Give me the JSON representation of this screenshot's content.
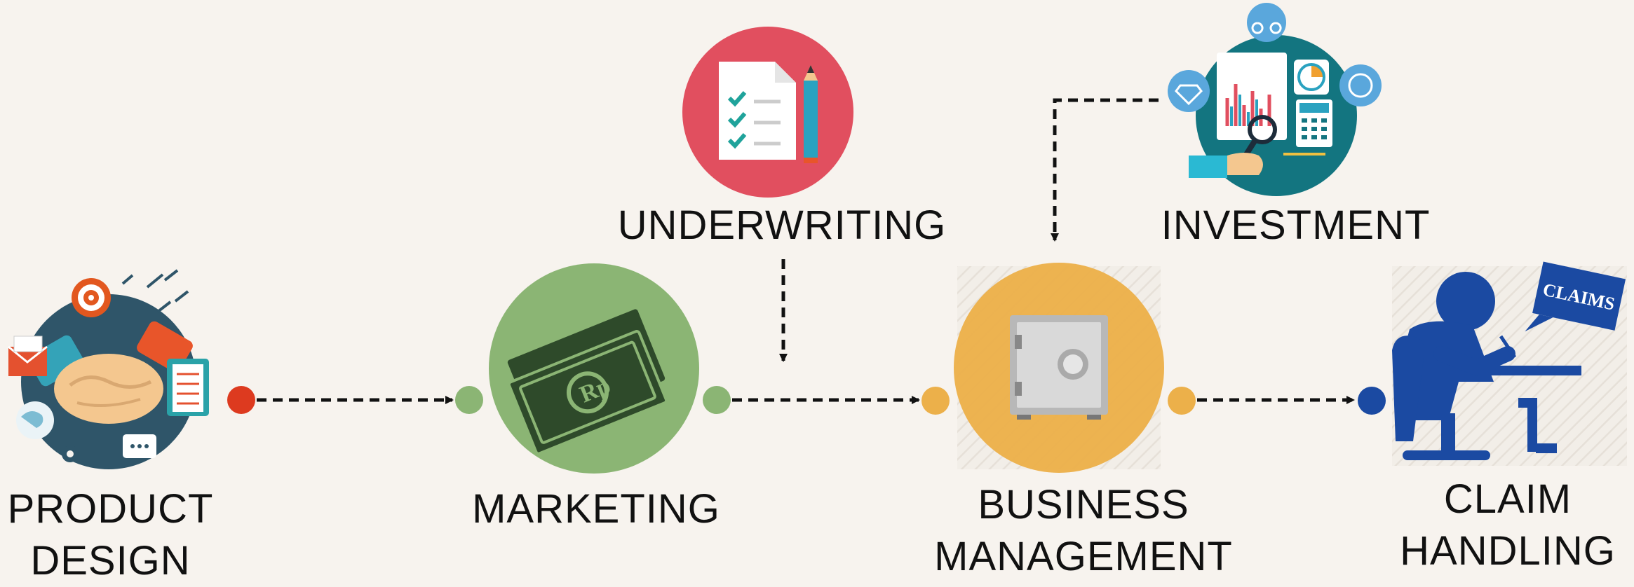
{
  "stages": {
    "product_design": {
      "line1": "PRODUCT",
      "line2": "DESIGN"
    },
    "marketing": {
      "label": "MARKETING"
    },
    "business_management": {
      "line1": "BUSINESS",
      "line2": "MANAGEMENT"
    },
    "claim_handling": {
      "line1": "CLAIM",
      "line2": "HANDLING"
    }
  },
  "inputs": {
    "underwriting": {
      "label": "UNDERWRITING"
    },
    "investment": {
      "label": "INVESTMENT"
    }
  },
  "icons": {
    "marketing_currency": "Rp",
    "claims_sign": "CLAIMS"
  },
  "colors": {
    "background": "#f7f3ee",
    "product_design": "#dd3a1f",
    "marketing": "#8bb574",
    "underwriting": "#e14f5f",
    "business_management": "#ecb04a",
    "investment": "#137580",
    "claim_handling": "#1b4aa2"
  }
}
